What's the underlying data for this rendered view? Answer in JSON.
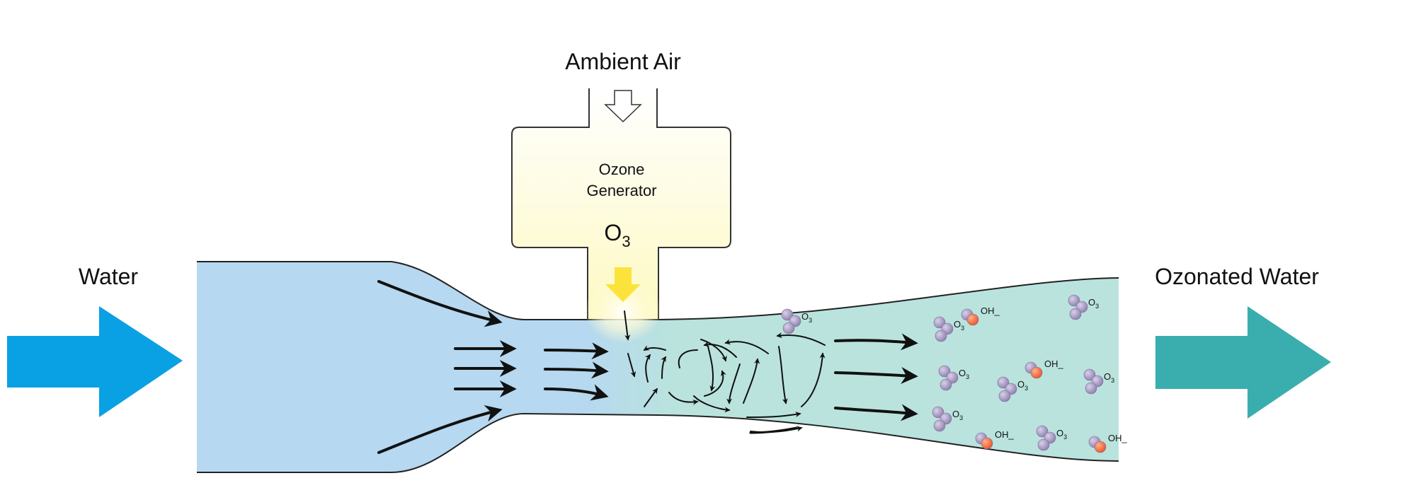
{
  "labels": {
    "ambient_air": "Ambient Air",
    "water": "Water",
    "ozonated_water": "Ozonated Water",
    "generator_line1": "Ozone",
    "generator_line2": "Generator",
    "ozone_symbol": "O",
    "ozone_subscript": "3"
  },
  "molecules": {
    "ozone_label": "O",
    "ozone_subscript": "3",
    "hydroxyl_label": "OH_"
  },
  "colors": {
    "water_inlet_arrow": "#0AA1E4",
    "water_pipe": "#B6D8F0",
    "ozonated_pipe": "#BAE3DD",
    "outlet_arrow": "#3AAEAE",
    "generator_glow": "#FFFAC8",
    "ozone_arrow": "#FBE33C",
    "ozone_molecule": "#9D90B8",
    "hydroxyl_atom": "#F06A3A"
  }
}
